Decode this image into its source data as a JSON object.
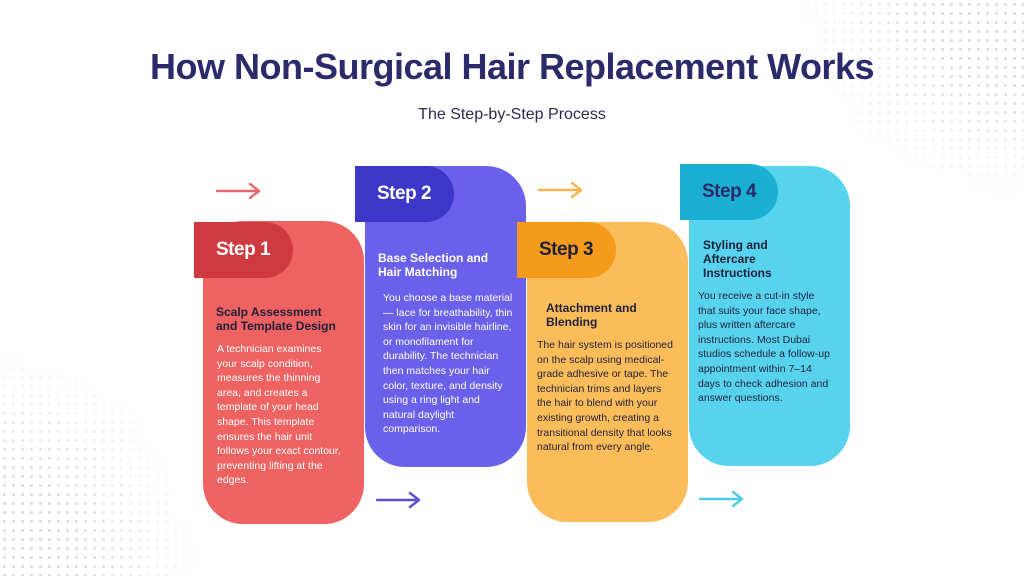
{
  "title": "How Non-Surgical Hair Replacement Works",
  "subtitle": "The Step-by-Step Process",
  "steps": [
    {
      "badge": "Step 1",
      "heading_lines": [
        "Scalp Assessment",
        "and Template Design"
      ],
      "description_lines": [
        "A technician examines",
        "your scalp condition,",
        "measures the thinning",
        "area, and creates a",
        "template of your head",
        "shape. This template",
        "ensures the hair unit",
        "follows your exact contour,",
        "preventing lifting at the",
        "edges."
      ],
      "card_color": "#ef6262",
      "badge_color": "#cf3a40"
    },
    {
      "badge": "Step 2",
      "heading_lines": [
        "Base Selection and",
        "Hair Matching"
      ],
      "description_lines": [
        "You choose a base material",
        "— lace for breathability, thin",
        "skin for an invisible hairline,",
        "or monofilament for",
        "durability. The technician",
        "then matches your hair",
        "color, texture, and density",
        "using a ring light and",
        "natural daylight",
        "comparison."
      ],
      "card_color": "#6b60ea",
      "badge_color": "#3c36c9"
    },
    {
      "badge": "Step 3",
      "heading_lines": [
        "Attachment and",
        "Blending"
      ],
      "description_lines": [
        "The hair system is positioned",
        "on the scalp using medical-",
        "grade adhesive or tape. The",
        "technician trims and layers",
        "the hair to blend with your",
        "existing growth, creating a",
        "transitional density that looks",
        "natural from every angle."
      ],
      "card_color": "#fbbd5a",
      "badge_color": "#f49b1c"
    },
    {
      "badge": "Step 4",
      "heading_lines": [
        "Styling and",
        "Aftercare",
        "Instructions"
      ],
      "description_lines": [
        "You receive a cut-in style",
        "that suits your face shape,",
        "plus written aftercare",
        "instructions. Most Dubai",
        "studios schedule a follow-up",
        "appointment within 7–14",
        "days to check adhesion and",
        "answer questions."
      ],
      "card_color": "#58d3ee",
      "badge_color": "#1bb0d3"
    }
  ],
  "arrows": [
    {
      "icon": "arrow-right-icon",
      "color": "#e8676b"
    },
    {
      "icon": "arrow-right-icon",
      "color": "#f8b54d"
    },
    {
      "icon": "arrow-right-icon",
      "color": "#5a51d6"
    },
    {
      "icon": "arrow-right-icon",
      "color": "#4fcbe6"
    }
  ]
}
